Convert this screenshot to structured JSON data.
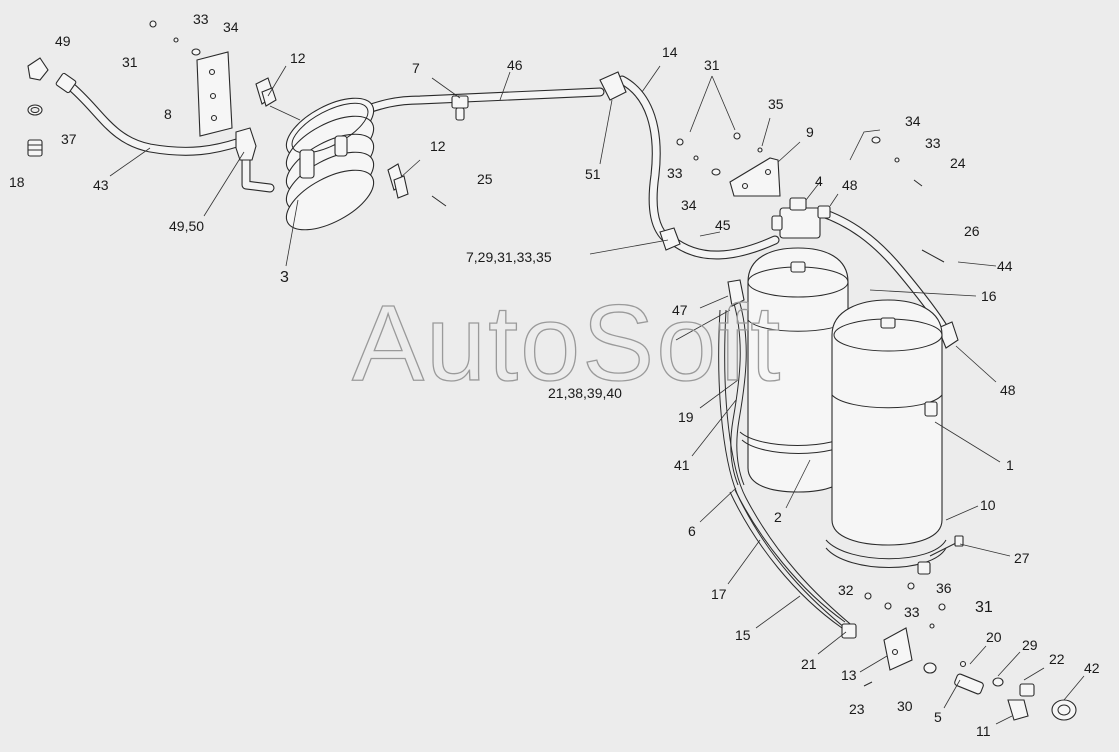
{
  "watermark": "AutoSoft",
  "callouts": {
    "c1": "1",
    "c2": "2",
    "c3": "3",
    "c4": "4",
    "c5": "5",
    "c6": "6",
    "c7": "7",
    "c8": "8",
    "c9": "9",
    "c10": "10",
    "c11": "11",
    "c12a": "12",
    "c12b": "12",
    "c13": "13",
    "c14": "14",
    "c15": "15",
    "c16": "16",
    "c17": "17",
    "c18": "18",
    "c19": "19",
    "c20": "20",
    "c21a": "21",
    "c21b": "21,38,39,40",
    "c22": "22",
    "c23": "23",
    "c24": "24",
    "c25": "25",
    "c26": "26",
    "c27": "27",
    "c29": "29",
    "c30": "30",
    "c31a": "31",
    "c31b": "31",
    "c31c": "31",
    "c32": "32",
    "c33a": "33",
    "c33b": "33",
    "c33c": "33",
    "c33d": "33",
    "c34a": "34",
    "c34b": "34",
    "c34c": "34",
    "c35": "35",
    "c36": "36",
    "c37": "37",
    "c41": "41",
    "c42": "42",
    "c43": "43",
    "c44": "44",
    "c45": "45",
    "c46": "46",
    "c47": "47",
    "c48a": "48",
    "c48b": "48",
    "c49": "49",
    "c4950": "49,50",
    "c51": "51",
    "c729": "7,29,31,33,35"
  }
}
